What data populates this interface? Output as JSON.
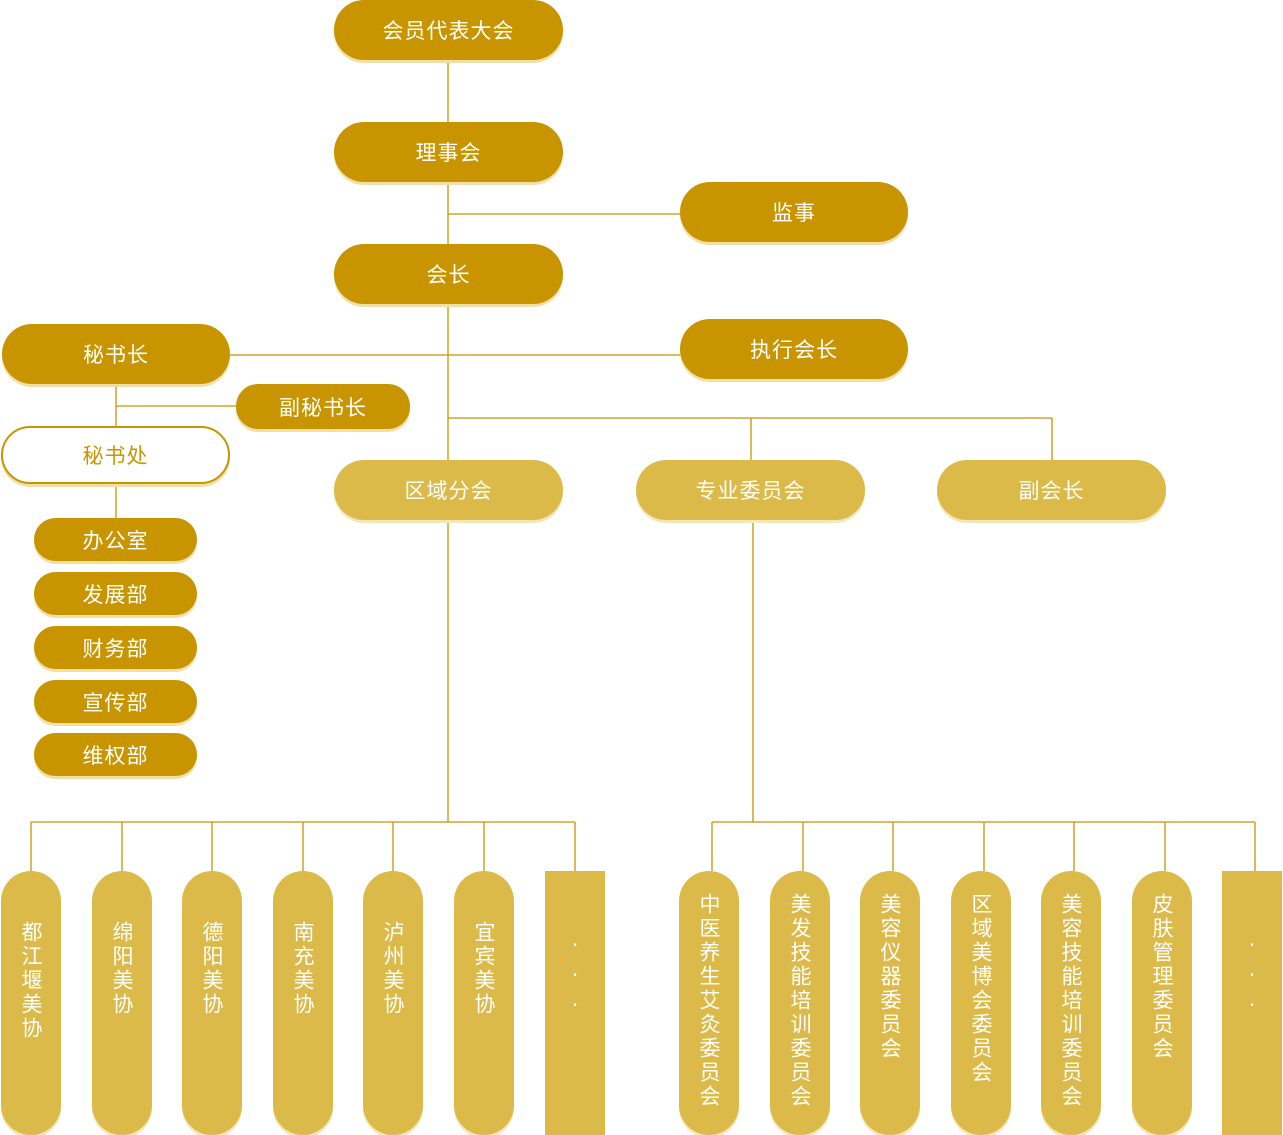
{
  "colors": {
    "gold": "#c89500",
    "light_gold": "#dcba4a",
    "line": "#c89500",
    "white": "#ffffff"
  },
  "top": {
    "congress": "会员代表大会",
    "council": "理事会",
    "supervisor": "监事",
    "president": "会长",
    "executive_president": "执行会长"
  },
  "secretariat": {
    "secretary_general": "秘书长",
    "deputy_secretary_general": "副秘书长",
    "office": "秘书处",
    "departments": [
      "办公室",
      "发展部",
      "财务部",
      "宣传部",
      "维权部"
    ]
  },
  "mid": {
    "regional": "区域分会",
    "committees": "专业委员会",
    "vice_president": "副会长"
  },
  "regional_branches": [
    "都江堰美协",
    "绵阳美协",
    "德阳美协",
    "南充美协",
    "泸州美协",
    "宜宾美协",
    "···"
  ],
  "professional_committees": [
    "中医养生艾灸委员会",
    "美发技能培训委员会",
    "美容仪器委员会",
    "区域美博会委员会",
    "美容技能培训委员会",
    "皮肤管理委员会",
    "···"
  ]
}
